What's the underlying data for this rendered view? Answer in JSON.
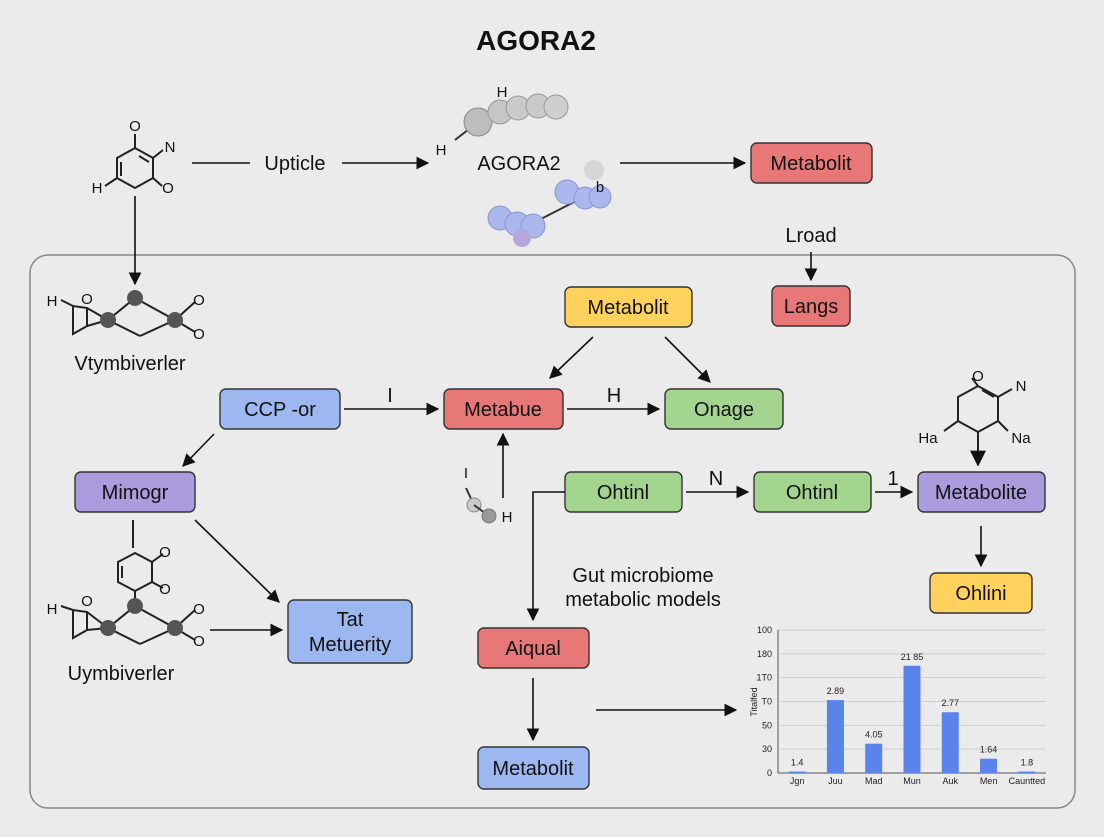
{
  "title": "AGORA2",
  "colors": {
    "red": "#e87878",
    "blue": "#9db8f0",
    "green": "#a3d58f",
    "purple": "#ab9ddd",
    "yellow": "#ffd25e",
    "bar": "#5b84ea"
  },
  "top": {
    "upticle": "Upticle",
    "agora_label": "AGORA2",
    "mol_top_h1": "H",
    "mol_top_h2": "H",
    "mol_top_b": "b",
    "lroad": "Lroad",
    "mol_left": {
      "o": "O",
      "n": "N",
      "h": "H",
      "o2": "O"
    }
  },
  "edges": {
    "e_ccp": "I",
    "e_metabue": "H",
    "e_ohtinl": "N",
    "e_ohtinl2": "1",
    "e_left_i": "I",
    "e_left_h": "H"
  },
  "nodes": {
    "metabolit_top": "Metabolit",
    "langs": "Langs",
    "metabolit_yellow": "Metabolit",
    "ccp": "CCP -or",
    "metabue": "Metabue",
    "onage": "Onage",
    "mimogr": "Mimogr",
    "ohtinl_1": "Ohtinl",
    "ohtinl_2": "Ohtinl",
    "metabolite_purple": "Metabolite",
    "ohlini": "Ohlini",
    "tat_line1": "Tat",
    "tat_line2": "Metuerity",
    "aiqual": "Aiqual",
    "metabolit_bottom": "Metabolit"
  },
  "captions": {
    "vtymbiverler": "Vtymbiverler",
    "uymbiverler": "Uymbiverler",
    "gut_line1": "Gut microbiome",
    "gut_line2": "metabolic models"
  },
  "molecules": {
    "m1": {
      "h": "H",
      "o1": "O",
      "o2": "O",
      "o3": "O"
    },
    "m2": {
      "o": "O",
      "n": "N",
      "ha": "Ha",
      "na": "Na"
    },
    "m3": {
      "o1": "O",
      "o2": "O",
      "h": "H",
      "o3": "O",
      "o4": "O",
      "o5": "O"
    }
  },
  "chart_data": {
    "type": "bar",
    "categories": [
      "Jgn",
      "Juu",
      "Mad",
      "Mun",
      "Auk",
      "Men",
      "Cauntted"
    ],
    "values": [
      2,
      102,
      41,
      150,
      85,
      20,
      2
    ],
    "data_labels": [
      "1.4",
      "2.89",
      "4.05",
      "21 85",
      "2.77",
      "1.64",
      "1.8"
    ],
    "ylabel": "Titalfed",
    "yticks": [
      "0",
      "30",
      "50",
      "T0",
      "1T0",
      "180",
      "100"
    ],
    "ylim": [
      0,
      200
    ],
    "grid": true
  }
}
